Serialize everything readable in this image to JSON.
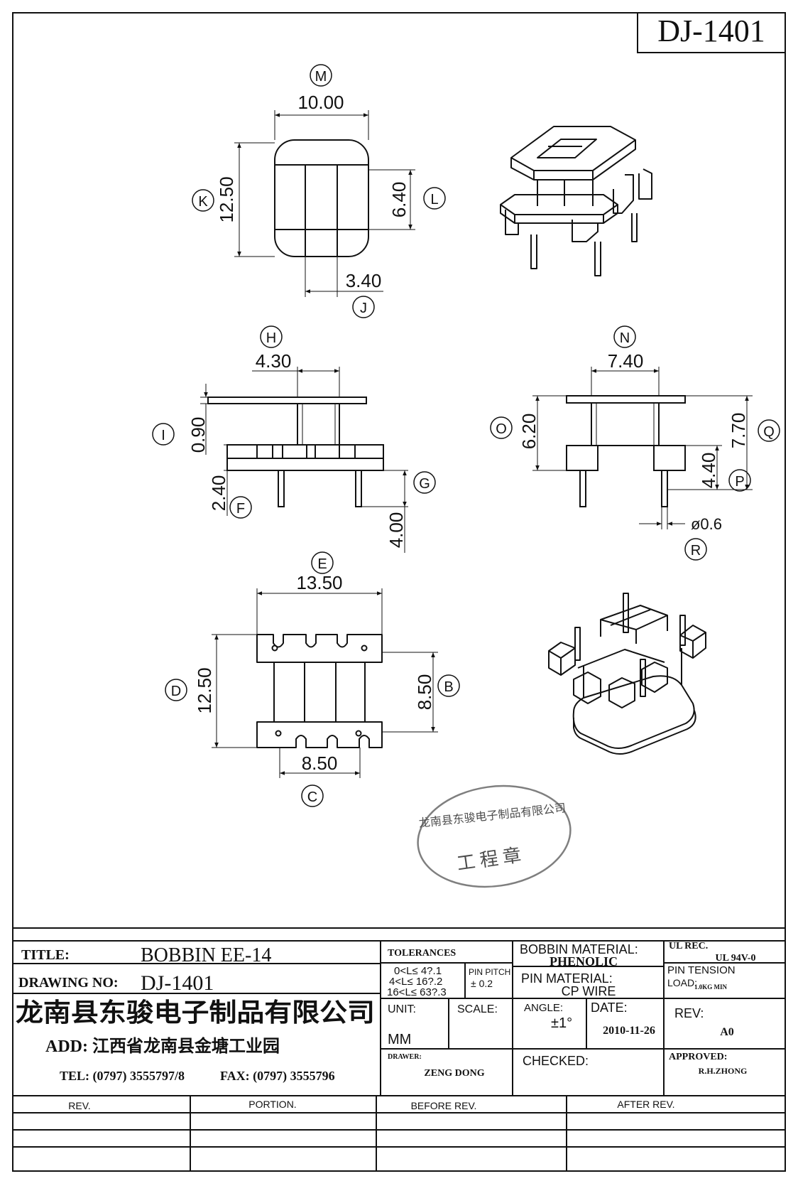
{
  "drawing_no_box": "DJ-1401",
  "dimensions": {
    "M": {
      "letter": "M",
      "value": "10.00"
    },
    "K": {
      "letter": "K",
      "value": "12.50"
    },
    "L": {
      "letter": "L",
      "value": "6.40"
    },
    "J": {
      "letter": "J",
      "value": "3.40"
    },
    "H": {
      "letter": "H",
      "value": "4.30"
    },
    "I": {
      "letter": "I",
      "value": "0.90"
    },
    "F": {
      "letter": "F",
      "value": "2.40"
    },
    "G": {
      "letter": "G",
      "value": "4.00"
    },
    "N": {
      "letter": "N",
      "value": "7.40"
    },
    "O": {
      "letter": "O",
      "value": "6.20"
    },
    "Q": {
      "letter": "Q",
      "value": "7.70"
    },
    "P": {
      "letter": "P",
      "value": "4.40"
    },
    "R": {
      "letter": "R",
      "value": "ø0.6"
    },
    "E": {
      "letter": "E",
      "value": "13.50"
    },
    "D": {
      "letter": "D",
      "value": "12.50"
    },
    "B": {
      "letter": "B",
      "value": "8.50"
    },
    "C": {
      "letter": "C",
      "value": "8.50"
    }
  },
  "stamp": {
    "company": "龙南县东骏电子制品有限公司",
    "label": "工 程 章"
  },
  "title_block": {
    "title_label": "TITLE:",
    "title_value": "BOBBIN EE-14",
    "drawing_no_label": "DRAWING NO:",
    "drawing_no_value": "DJ-1401",
    "company_name": "龙南县东骏电子制品有限公司",
    "address": "ADD: 江西省龙南县金塘工业园",
    "tel": "TEL: (0797) 3555797/8",
    "fax": "FAX: (0797) 3555796",
    "tolerances_label": "TOLERANCES",
    "tolerance_lines": [
      "0<L≤ 4?.1",
      "4<L≤ 16?.2",
      "16<L≤ 63?.3"
    ],
    "pin_pitch_label": "PIN PITCH",
    "pin_pitch_value": "± 0.2",
    "unit_label": "UNIT:",
    "unit_value": "MM",
    "scale_label": "SCALE:",
    "drawer_label": "DRAWER:",
    "drawer_value": "ZENG DONG",
    "bobbin_material_label": "BOBBIN MATERIAL:",
    "bobbin_material_value": "PHENOLIC",
    "pin_material_label": "PIN MATERIAL:",
    "pin_material_value": "CP WIRE",
    "angle_label": "ANGLE:",
    "angle_value": "±1°",
    "date_label": "DATE:",
    "date_value": "2010-11-26",
    "checked_label": "CHECKED:",
    "ul_rec_label": "UL REC.",
    "ul_rec_value": "UL 94V-0",
    "pin_tension_label": "PIN TENSION",
    "load_label": "LOAD:",
    "load_value": "1.0KG MIN",
    "rev_label": "REV:",
    "rev_value": "A0",
    "approved_label": "APPROVED:",
    "approved_value": "R.H.ZHONG"
  },
  "revision_table": {
    "headers": [
      "REV.",
      "PORTION.",
      "BEFORE REV.",
      "AFTER REV."
    ],
    "empty_rows": 3
  }
}
